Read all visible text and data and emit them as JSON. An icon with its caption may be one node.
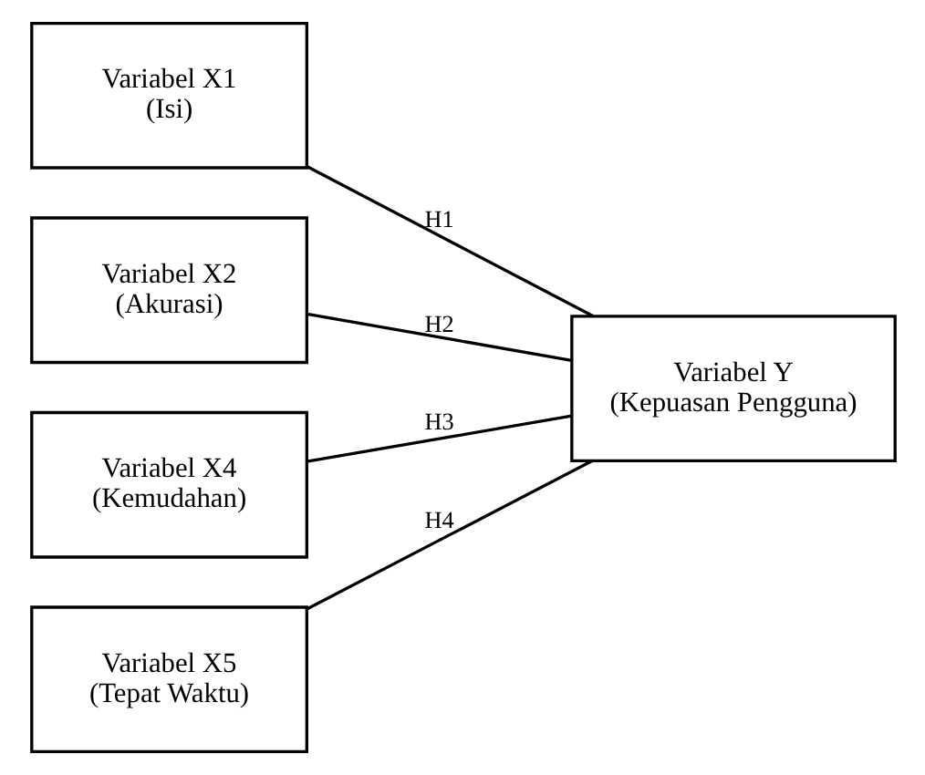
{
  "diagram": {
    "nodes": [
      {
        "text": [
          "Variabel X1 (Isi)"
        ]
      },
      {
        "text": [
          "Variabel X2 (Akurasi)"
        ]
      },
      {
        "text": [
          "Variabel X4 (Kemudahan)"
        ]
      },
      {
        "text": [
          "Variabel X5 (Tepat Waktu)"
        ]
      },
      {
        "text": [
          "Variabel Y (Kepuasan Pengguna)"
        ]
      }
    ],
    "edges": [
      {
        "from": 0,
        "to": 4,
        "arrow": "none",
        "label": "H1"
      },
      {
        "from": 1,
        "to": 4,
        "arrow": "none",
        "label": "H2"
      },
      {
        "from": 2,
        "to": 4,
        "arrow": "none",
        "label": "H3"
      },
      {
        "from": 3,
        "to": 4,
        "arrow": "none",
        "label": "H4"
      }
    ]
  }
}
